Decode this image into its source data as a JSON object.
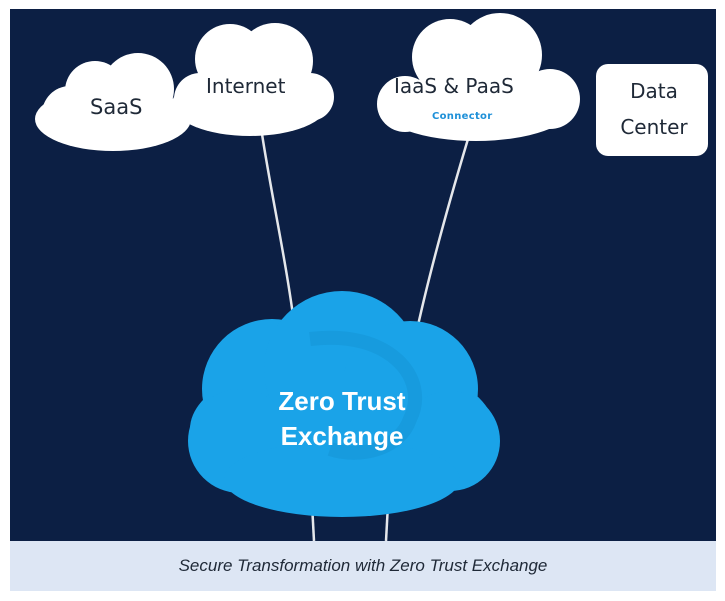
{
  "diagram": {
    "nodes": {
      "saas": "SaaS",
      "internet": "Internet",
      "iaas_paas": "IaaS & PaaS",
      "connector": "Connector",
      "data_center": [
        "Data",
        "Center"
      ],
      "zero_trust_exchange": [
        "Zero Trust",
        "Exchange"
      ]
    },
    "colors": {
      "background": "#0c1f44",
      "cloud_white": "#ffffff",
      "exchange_cloud": "#1aa3e8",
      "connector_text": "#1e90d8",
      "caption_background": "#dde6f4"
    }
  },
  "caption": "Secure Transformation with Zero Trust Exchange"
}
